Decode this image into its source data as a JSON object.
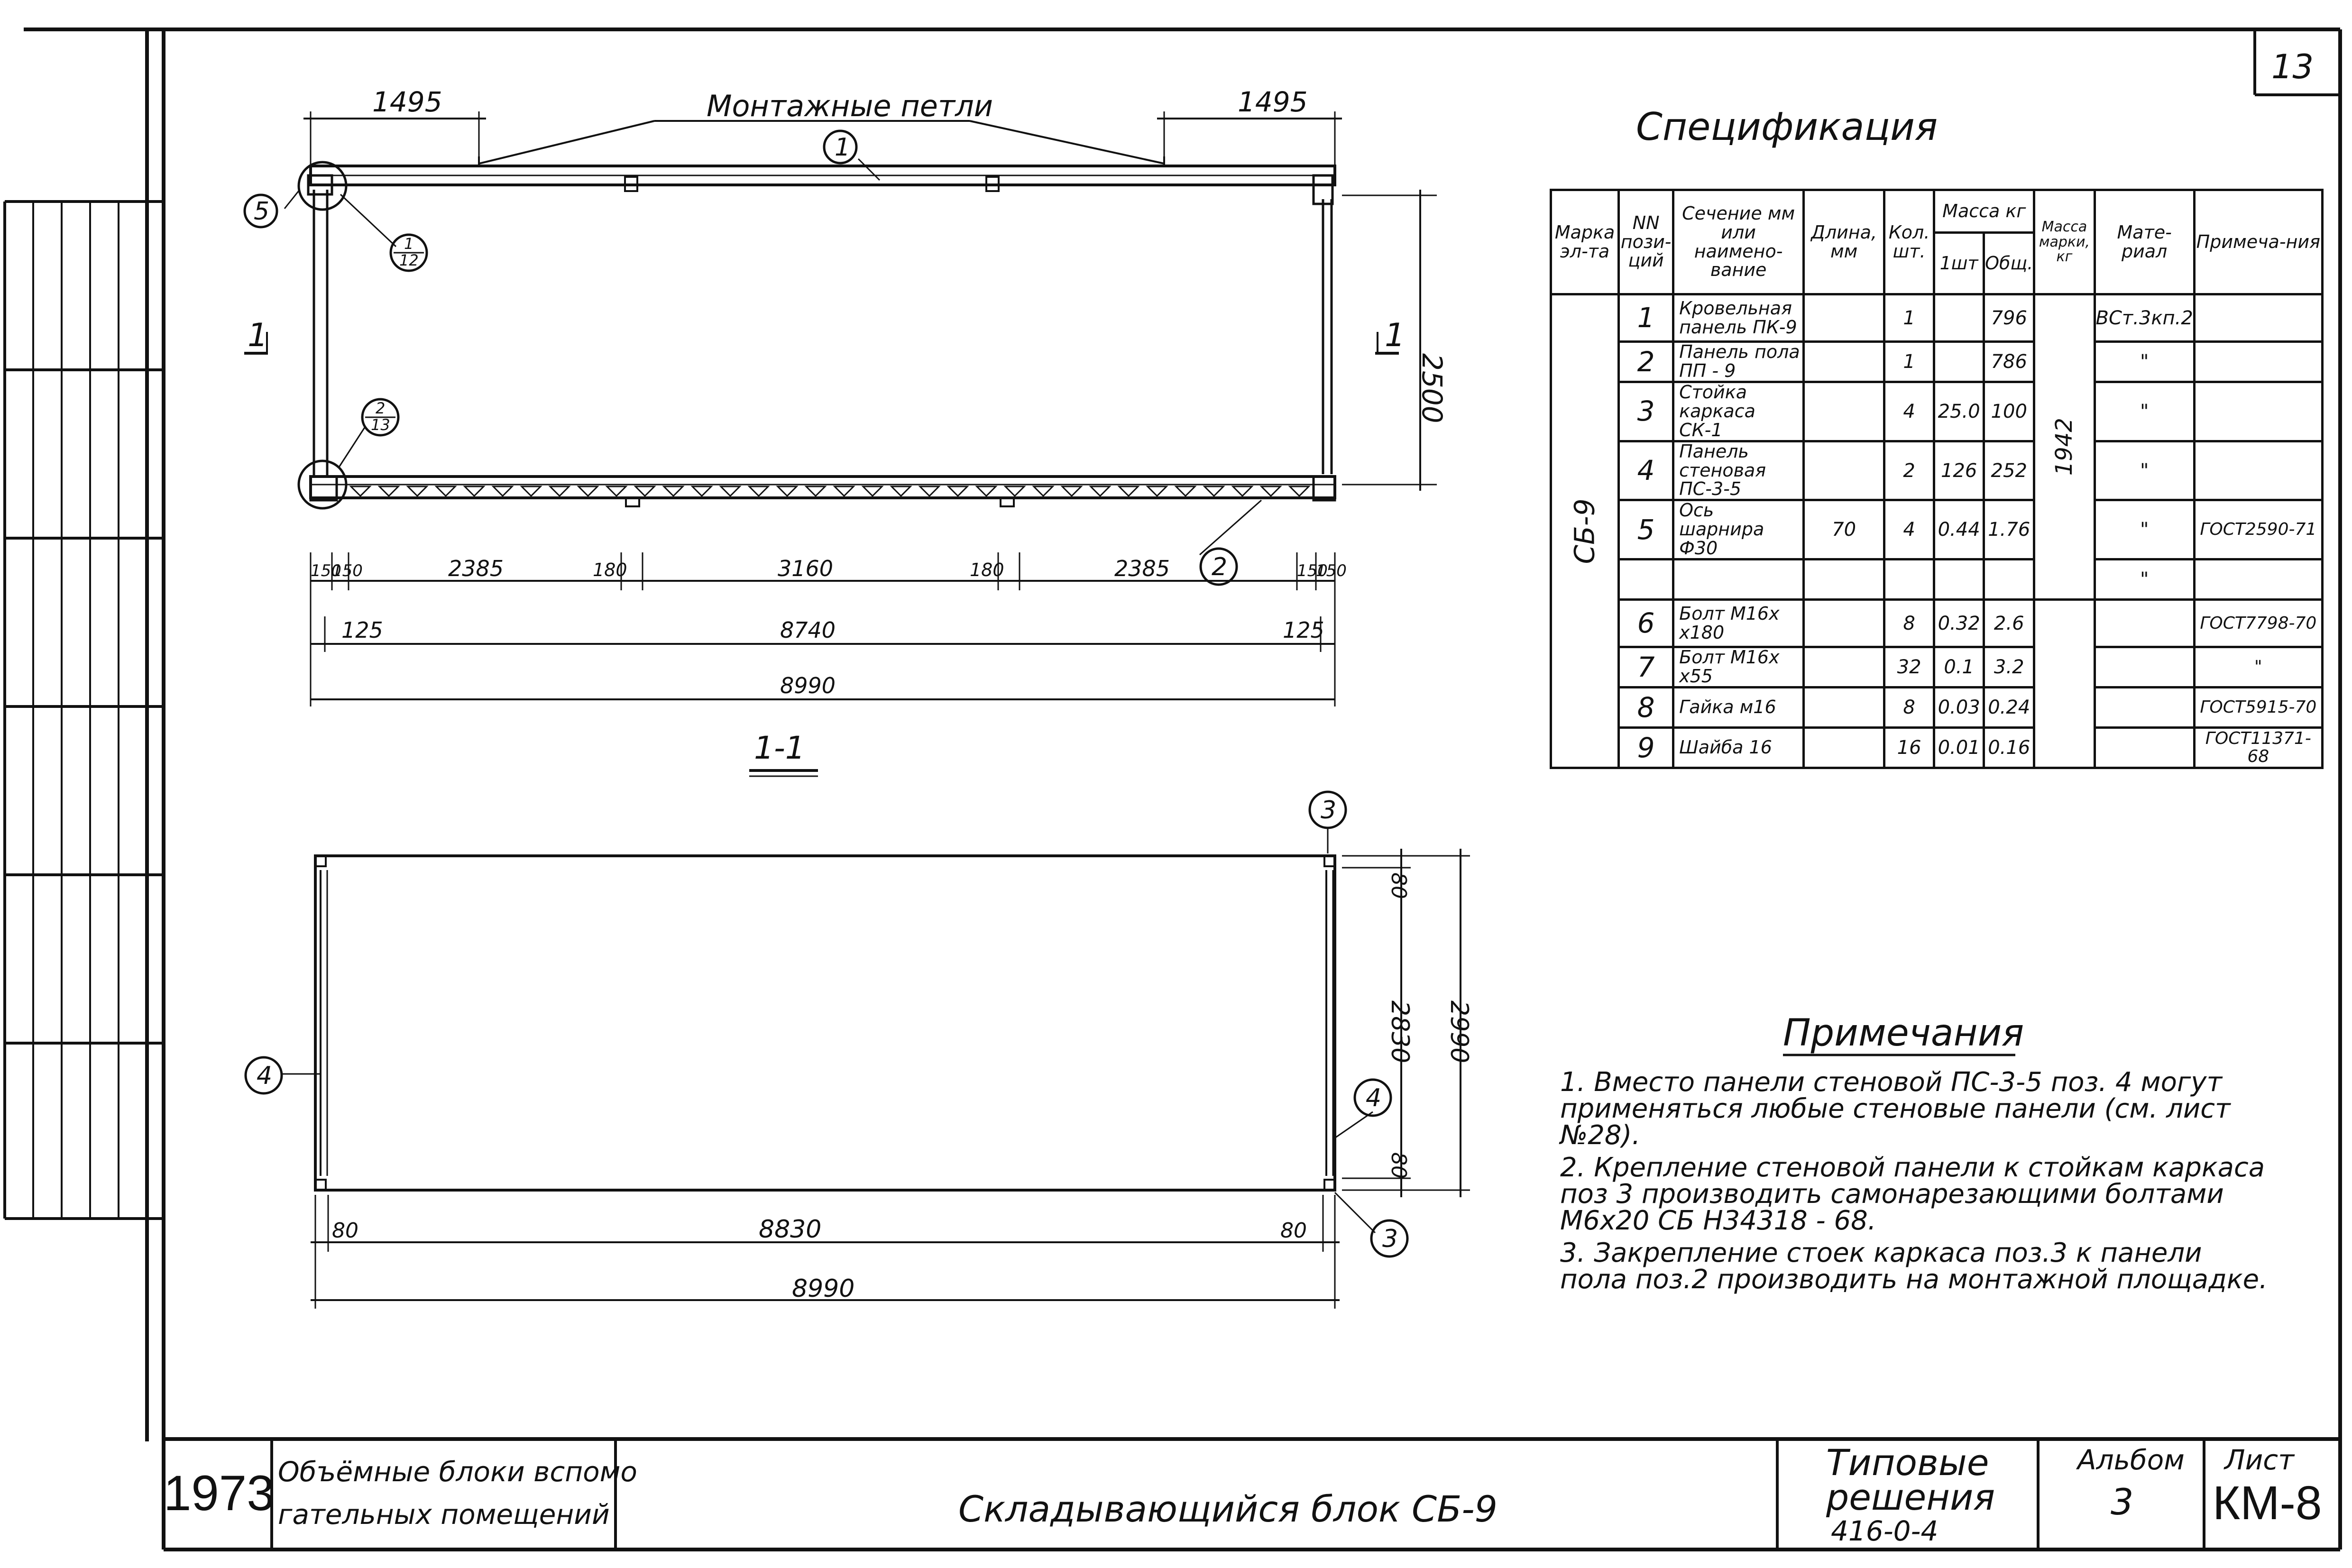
{
  "sheet_number": "13",
  "top_view": {
    "callout_mounting_loops": "Монтажные петли",
    "dim_loop_left": "1495",
    "dim_loop_right": "1495",
    "dim_height": "2500",
    "dim_bottom_row": [
      "150",
      "150",
      "2385",
      "180",
      "3160",
      "180",
      "2385",
      "150",
      "150"
    ],
    "dim_middle_row": [
      "125",
      "8740",
      "125"
    ],
    "dim_total": "8990",
    "section_mark_left": "1",
    "section_mark_right": "1",
    "pos_1": "1",
    "pos_2": "2",
    "pos_5": "5",
    "detail_ref_1_num": "1",
    "detail_ref_1_sheet": "12",
    "detail_ref_2_num": "2",
    "detail_ref_2_sheet": "13"
  },
  "section_view": {
    "section_title": "1-1",
    "dim_80_top": "80",
    "dim_2830": "2830",
    "dim_2990": "2990",
    "dim_80_bottom": "80",
    "dim_left_80": "80",
    "dim_8830": "8830",
    "dim_right_80": "80",
    "dim_total": "8990",
    "pos_3_top": "3",
    "pos_3_bottom": "3",
    "pos_4_left": "4",
    "pos_4_right": "4"
  },
  "specification": {
    "title": "Спецификация",
    "headers": {
      "mark": "Марка эл-та",
      "pos": "NN пози-ций",
      "name": "Сечение мм или наимено-вание",
      "length": "Длина, мм",
      "qty": "Кол. шт.",
      "mass_group": "Масса кг",
      "mass_unit": "1шт",
      "mass_total": "Общ.",
      "mark_mass": "Масса марки, кг",
      "material": "Мате-риал",
      "note": "Примеча-ния"
    },
    "mark_value": "СБ-9",
    "mark_mass_value": "1942",
    "rows": [
      {
        "pos": "1",
        "name": "Кровельная панель ПК-9",
        "length": "",
        "qty": "1",
        "unit": "",
        "total": "796",
        "material": "ВСт.3кп.2",
        "note": ""
      },
      {
        "pos": "2",
        "name": "Панель пола ПП - 9",
        "length": "",
        "qty": "1",
        "unit": "",
        "total": "786",
        "material": "\"",
        "note": ""
      },
      {
        "pos": "3",
        "name": "Стойка каркаса СК-1",
        "length": "",
        "qty": "4",
        "unit": "25.0",
        "total": "100",
        "material": "\"",
        "note": ""
      },
      {
        "pos": "4",
        "name": "Панель стеновая ПС-3-5",
        "length": "",
        "qty": "2",
        "unit": "126",
        "total": "252",
        "material": "\"",
        "note": ""
      },
      {
        "pos": "5",
        "name": "Ось шарнира Ф30",
        "length": "70",
        "qty": "4",
        "unit": "0.44",
        "total": "1.76",
        "material": "\"",
        "note": "ГОСТ2590-71"
      },
      {
        "pos": "",
        "name": "",
        "length": "",
        "qty": "",
        "unit": "",
        "total": "",
        "material": "\"",
        "note": ""
      },
      {
        "pos": "6",
        "name": "Болт М16х х180",
        "length": "",
        "qty": "8",
        "unit": "0.32",
        "total": "2.6",
        "material": "",
        "note": "ГОСТ7798-70"
      },
      {
        "pos": "7",
        "name": "Болт М16х х55",
        "length": "",
        "qty": "32",
        "unit": "0.1",
        "total": "3.2",
        "material": "",
        "note": "\""
      },
      {
        "pos": "8",
        "name": "Гайка м16",
        "length": "",
        "qty": "8",
        "unit": "0.03",
        "total": "0.24",
        "material": "",
        "note": "ГОСТ5915-70"
      },
      {
        "pos": "9",
        "name": "Шайба 16",
        "length": "",
        "qty": "16",
        "unit": "0.01",
        "total": "0.16",
        "material": "",
        "note": "ГОСТ11371-68"
      }
    ]
  },
  "notes": {
    "title": "Примечания",
    "items": [
      "1. Вместо панели стеновой ПС-3-5 поз. 4 могут применяться любые стеновые панели (см. лист №28).",
      "2. Крепление стеновой панели к стойкам каркаса поз 3 производить самонарезающими болтами М6х20 СБ Н34318 - 68.",
      "3. Закрепление стоек каркаса поз.3 к панели пола поз.2 производить на монтажной площадке."
    ]
  },
  "title_block": {
    "year": "1973",
    "project_line1": "Объёмные блоки вспомо",
    "project_line2": "гательных помещений",
    "drawing_title": "Складывающийся блок СБ-9",
    "series_line1": "Типовые",
    "series_line2": "решения",
    "series_line3": "416-0-4",
    "album_label": "Альбом",
    "album_value": "3",
    "sheet_label": "Лист",
    "sheet_value": "КМ-8"
  }
}
